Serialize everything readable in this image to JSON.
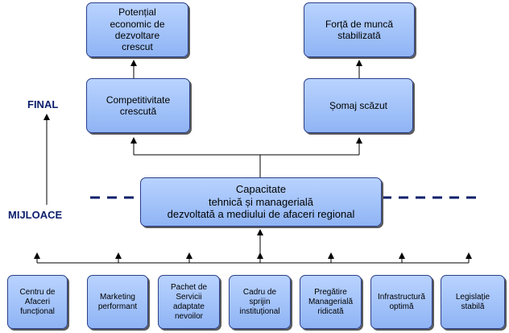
{
  "levels": {
    "final": "FINAL",
    "means": "MIJLOACE"
  },
  "top_row": {
    "potential": "Potențial\neconomic de\ndezvoltare\ncrescut",
    "workforce": "Forță de muncă\nstabilizată"
  },
  "second_row": {
    "competitiveness": "Competitivitate\ncrescută",
    "unemployment": "Șomaj scăzut"
  },
  "center": "Capacitate\ntehnică și managerială\ndezvoltată a mediului de afaceri regional",
  "inputs": [
    "Centru de\nAfaceri\nfuncțional",
    "Marketing\nperformant",
    "Pachet de\nServicii\nadaptate\nnevoilor",
    "Cadru de\nsprijin\ninstituțional",
    "Pregătire\nManagerială\nridicată",
    "Infrastructură\noptimă",
    "Legislație\nstabilă"
  ],
  "colors": {
    "box_fill": "#a9c6fb",
    "box_border": "#2b3f8a",
    "line": "#000000",
    "dash": "#0b1f6b",
    "label": "#0b1f6b"
  }
}
